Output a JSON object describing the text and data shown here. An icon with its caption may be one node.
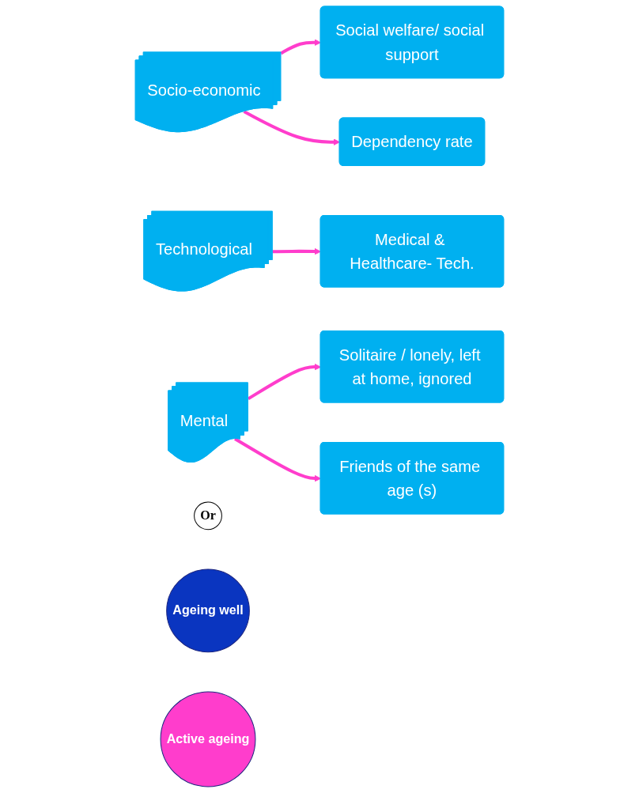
{
  "diagram": {
    "nodes": [
      {
        "text": [
          "Socio-economic"
        ]
      },
      {
        "text": [
          "Social welfare/ social support"
        ]
      },
      {
        "text": [
          "Dependency rate"
        ]
      },
      {
        "text": [
          "Technological"
        ]
      },
      {
        "text": [
          "Medical & Healthcare- Tech."
        ]
      },
      {
        "text": [
          "Mental"
        ]
      },
      {
        "text": [
          "Solitaire / lonely, left at home, ignored"
        ]
      },
      {
        "text": [
          "Or"
        ]
      },
      {
        "text": [
          "Friends of the same age (s)"
        ]
      },
      {
        "text": [
          "Ageing well"
        ]
      },
      {
        "text": [
          "Active ageing"
        ]
      }
    ],
    "edges": [
      {
        "from": 0,
        "to": 1,
        "arrow": "to"
      },
      {
        "from": 0,
        "to": 2,
        "arrow": "to"
      },
      {
        "from": 3,
        "to": 4,
        "arrow": "to"
      },
      {
        "from": 5,
        "to": 6,
        "arrow": "to"
      },
      {
        "from": 5,
        "to": 8,
        "arrow": "to"
      }
    ]
  }
}
